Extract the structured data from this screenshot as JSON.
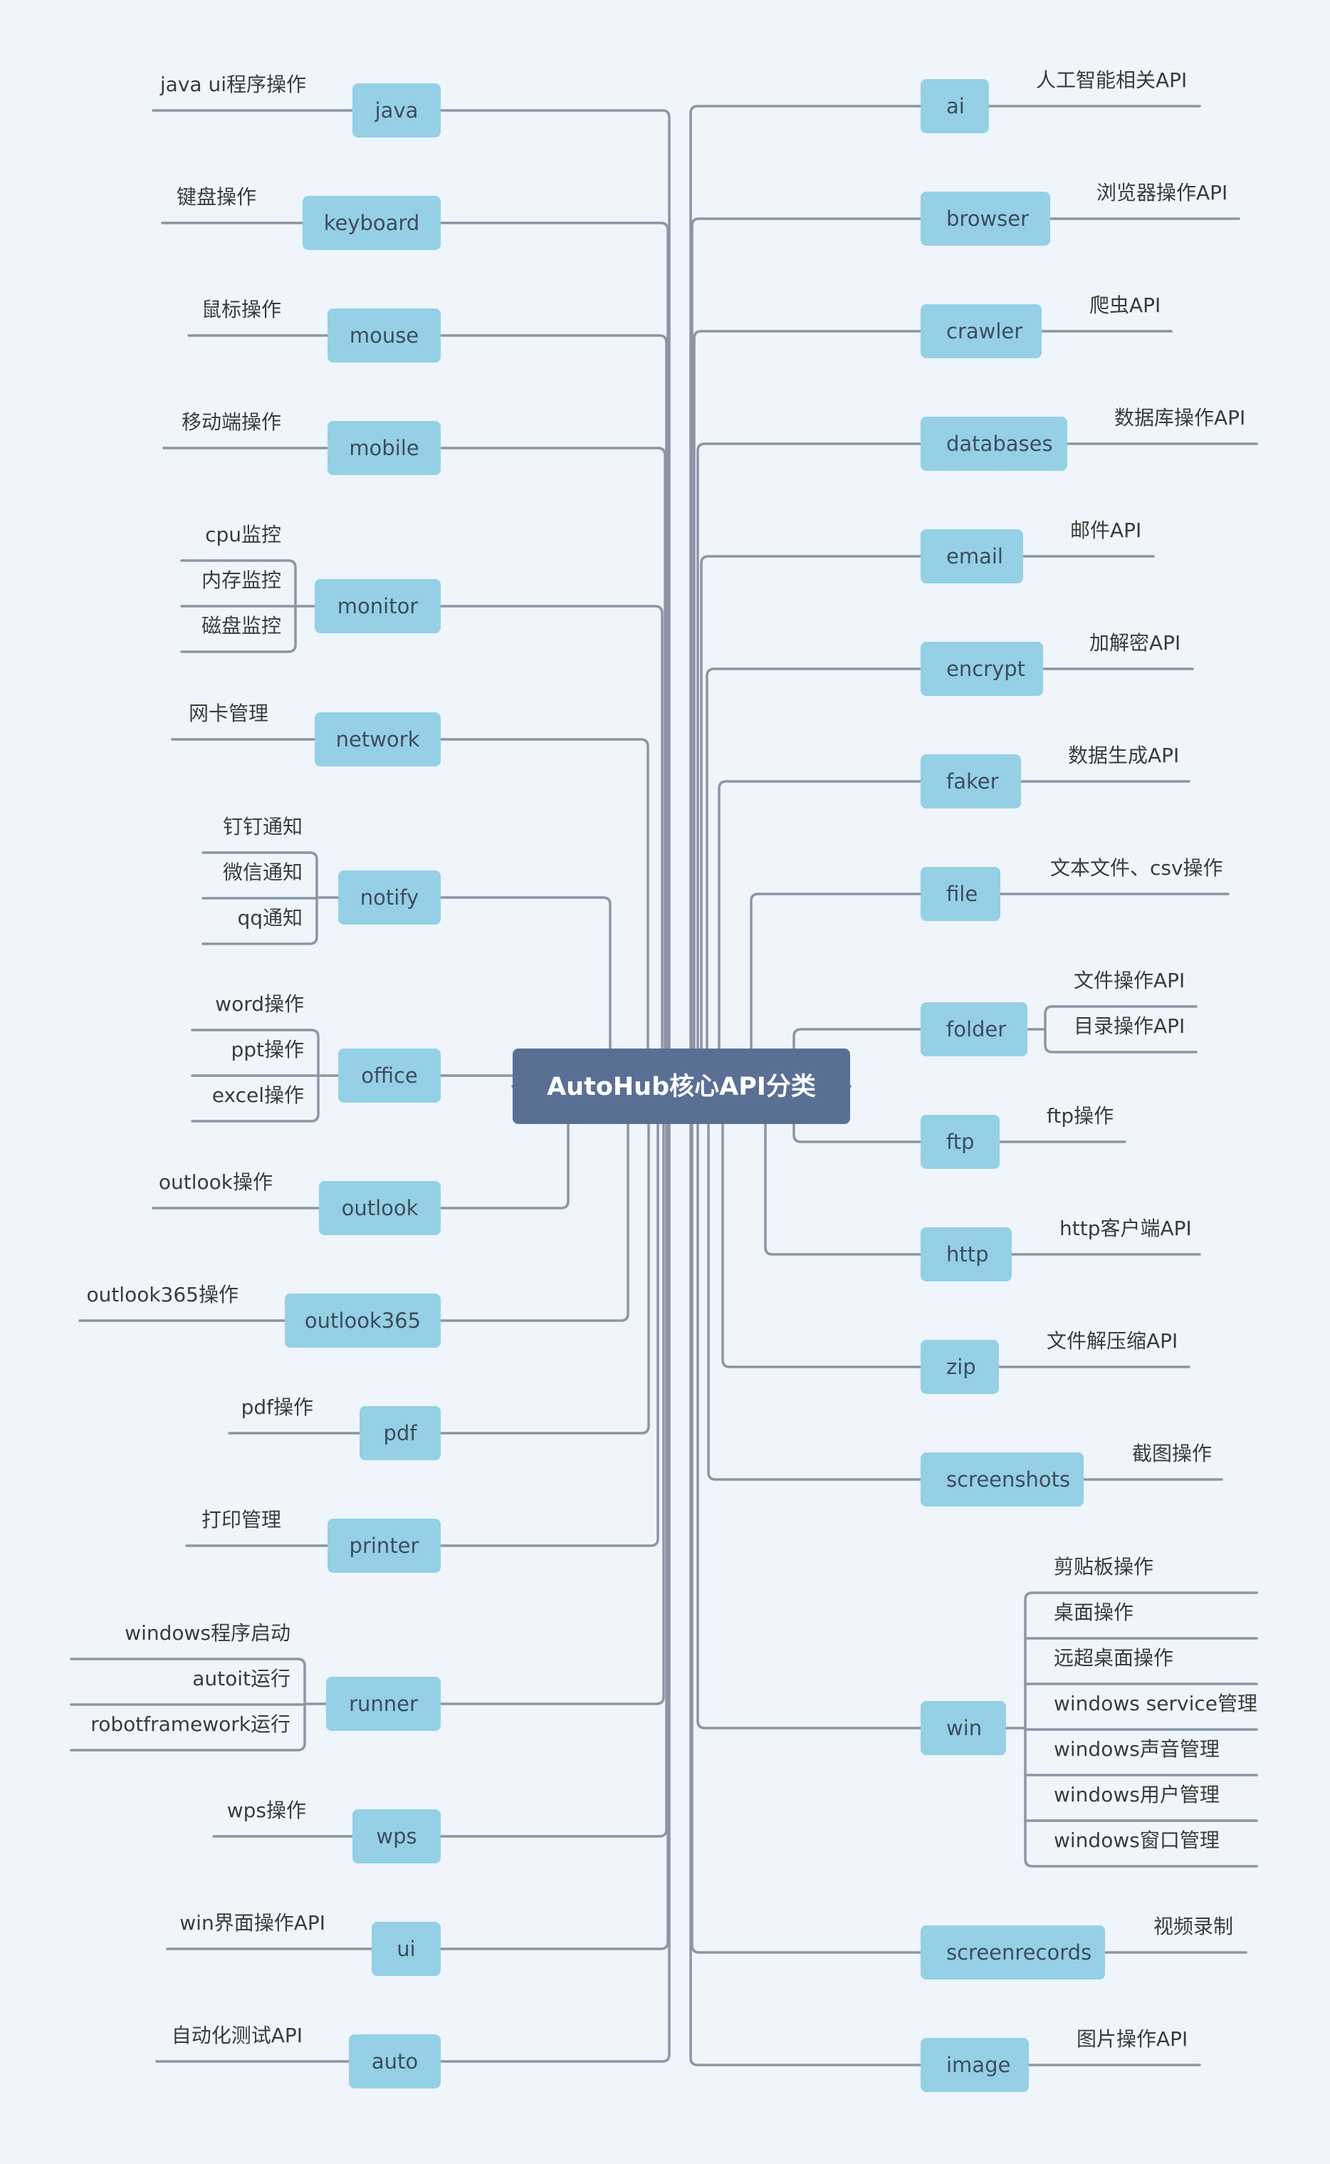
{
  "title": "AutoHub核心API分类",
  "colors": {
    "background": "#eff5fb",
    "center": "#5a6f94",
    "node": "#95d0e6",
    "connector": "#8b95a6"
  },
  "left_nodes": [
    {
      "label": "java",
      "leaves": [
        "java ui程序操作"
      ]
    },
    {
      "label": "keyboard",
      "leaves": [
        "键盘操作"
      ]
    },
    {
      "label": "mouse",
      "leaves": [
        "鼠标操作"
      ]
    },
    {
      "label": "mobile",
      "leaves": [
        "移动端操作"
      ]
    },
    {
      "label": "monitor",
      "leaves": [
        "cpu监控",
        "内存监控",
        "磁盘监控"
      ]
    },
    {
      "label": "network",
      "leaves": [
        "网卡管理"
      ]
    },
    {
      "label": "notify",
      "leaves": [
        "钉钉通知",
        "微信通知",
        "qq通知"
      ]
    },
    {
      "label": "office",
      "leaves": [
        "word操作",
        "ppt操作",
        "excel操作"
      ]
    },
    {
      "label": "outlook",
      "leaves": [
        "outlook操作"
      ]
    },
    {
      "label": "outlook365",
      "leaves": [
        "outlook365操作"
      ]
    },
    {
      "label": "pdf",
      "leaves": [
        "pdf操作"
      ]
    },
    {
      "label": "printer",
      "leaves": [
        "打印管理"
      ]
    },
    {
      "label": "runner",
      "leaves": [
        "windows程序启动",
        "autoit运行",
        "robotframework运行"
      ]
    },
    {
      "label": "wps",
      "leaves": [
        "wps操作"
      ]
    },
    {
      "label": "ui",
      "leaves": [
        "win界面操作API"
      ]
    },
    {
      "label": "auto",
      "leaves": [
        "自动化测试API"
      ]
    }
  ],
  "right_nodes": [
    {
      "label": "ai",
      "leaves": [
        "人工智能相关API"
      ]
    },
    {
      "label": "browser",
      "leaves": [
        "浏览器操作API"
      ]
    },
    {
      "label": "crawler",
      "leaves": [
        "爬虫API"
      ]
    },
    {
      "label": "databases",
      "leaves": [
        "数据库操作API"
      ]
    },
    {
      "label": "email",
      "leaves": [
        "邮件API"
      ]
    },
    {
      "label": "encrypt",
      "leaves": [
        "加解密API"
      ]
    },
    {
      "label": "faker",
      "leaves": [
        "数据生成API"
      ]
    },
    {
      "label": "file",
      "leaves": [
        "文本文件、csv操作"
      ]
    },
    {
      "label": "folder",
      "leaves": [
        "文件操作API",
        "目录操作API"
      ]
    },
    {
      "label": "ftp",
      "leaves": [
        "ftp操作"
      ]
    },
    {
      "label": "http",
      "leaves": [
        "http客户端API"
      ]
    },
    {
      "label": "zip",
      "leaves": [
        "文件解压缩API"
      ]
    },
    {
      "label": "screenshots",
      "leaves": [
        "截图操作"
      ]
    },
    {
      "label": "win",
      "leaves": [
        "剪贴板操作",
        "桌面操作",
        "远超桌面操作",
        "windows service管理",
        "windows声音管理",
        "windows用户管理",
        "windows窗口管理"
      ]
    },
    {
      "label": "screenrecords",
      "leaves": [
        "视频录制"
      ]
    },
    {
      "label": "image",
      "leaves": [
        "图片操作API"
      ]
    }
  ]
}
